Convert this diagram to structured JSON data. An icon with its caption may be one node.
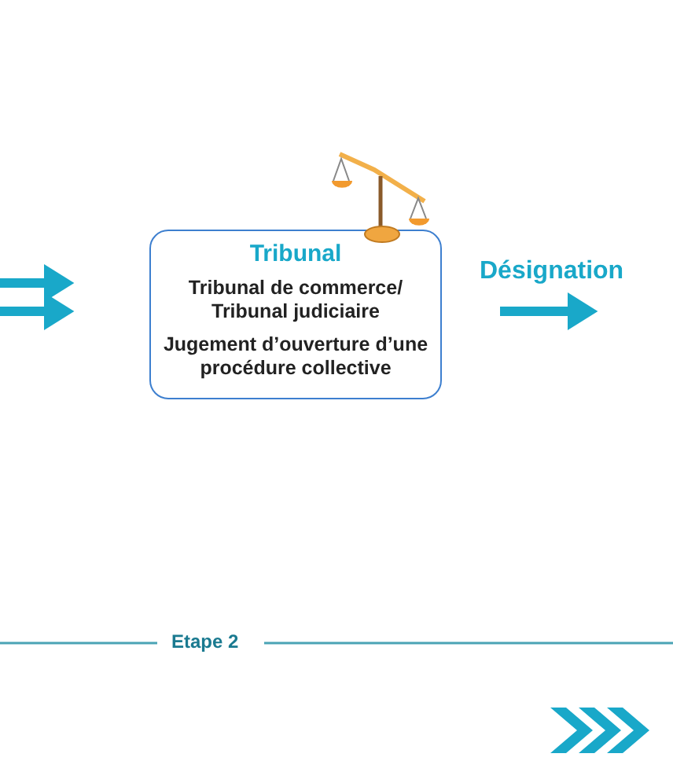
{
  "diagram": {
    "nodes": [
      {
        "text": [
          "Tribunal",
          "Tribunal de commerce/ Tribunal judiciaire",
          "Jugement d’ouverture d’une procédure collective"
        ]
      }
    ],
    "labels": [
      "Désignation",
      "Etape 2"
    ]
  }
}
